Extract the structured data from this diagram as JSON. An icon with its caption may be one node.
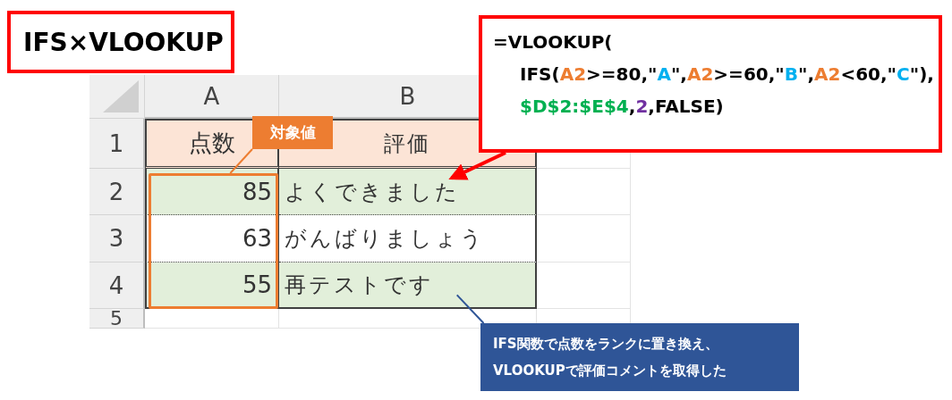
{
  "diagram": {
    "nodes": [
      {
        "text": [
          "IFS×VLOOKUP"
        ]
      },
      {
        "text": [
          "=VLOOKUP(",
          "IFS(A2>=80,\"A\",A2>=60,\"B\",A2<60,\"C\"),",
          "$D$2:$E$4,2,FALSE)"
        ]
      },
      {
        "text": [
          "対象値"
        ]
      },
      {
        "text": [],
        "shape": "box"
      },
      {
        "text": [
          "IFS関数で点数をランクに置き換え、VLOOKUPで評価コメントを取得した"
        ]
      },
      {
        "text": [
          "よくできました"
        ]
      },
      {
        "text": [
          "再テストです"
        ]
      }
    ],
    "edges": [
      {
        "from": 1,
        "to": 5,
        "arrow": "to",
        "style": "thick",
        "color": "#ff0000"
      },
      {
        "from": 2,
        "to": 3,
        "arrow": "none",
        "color": "#ed7d31"
      },
      {
        "from": 4,
        "to": 6,
        "arrow": "none",
        "color": "#2f5597"
      }
    ],
    "labels": [
      "A",
      "B",
      "1",
      "点数",
      "評価",
      "2",
      "85",
      "3",
      "63",
      "がんばりましょう",
      "4",
      "55",
      "5"
    ]
  }
}
